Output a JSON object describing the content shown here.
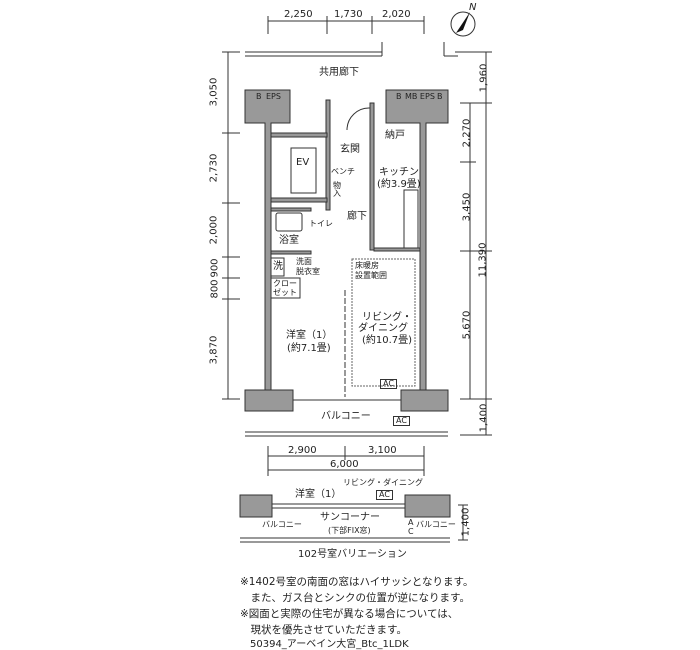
{
  "top_dims": [
    "2,250",
    "1,730",
    "2,020"
  ],
  "compass": "N",
  "left_dims": [
    "3,050",
    "2,730",
    "2,000",
    "900",
    "800",
    "3,870"
  ],
  "right_dims": [
    "1,960",
    "2,270",
    "3,450",
    "5,670",
    "1,400"
  ],
  "right_total": "11,390",
  "bottom_dims": [
    "2,900",
    "3,100"
  ],
  "bottom_total": "6,000",
  "rooms": {
    "corridor": "共用廊下",
    "eps": "EPS",
    "b": "B",
    "mbeps": "MB EPS",
    "ev": "EV",
    "genkan": "玄関",
    "nando": "納戸",
    "bench": "ベンチ",
    "storage": "物入",
    "kitchen": "キッチン",
    "kitchen_size": "(約3.9畳)",
    "hallway": "廊下",
    "toilet": "トイレ",
    "bath": "浴室",
    "wash": "洗",
    "washroom_1": "洗面",
    "washroom_2": "脱衣室",
    "closet_1": "クロー",
    "closet_2": "ゼット",
    "floorheat_1": "床暖房",
    "floorheat_2": "設置範囲",
    "western": "洋室（1）",
    "western_size": "(約7.1畳)",
    "living_1": "リビング・",
    "living_2": "ダイニング",
    "living_size": "(約10.7畳)",
    "ac": "AC",
    "balcony": "バルコニー"
  },
  "variation": {
    "western": "洋室（1）",
    "living": "リビング・ダイニング",
    "ac": "AC",
    "sun": "サンコーナー",
    "fix": "(下部FIX窓)",
    "balcony_l": "バルコニー",
    "balcony_r": "バルコニー",
    "ac_v1": "A",
    "ac_v2": "C",
    "dim": "1,400",
    "caption": "102号室バリエーション"
  },
  "notes": [
    "※1402号室の南面の窓はハイサッシとなります。",
    "　また、ガス台とシンクの位置が逆になります。",
    "※図面と実際の住宅が異なる場合については、",
    "　現状を優先させていただきます。"
  ],
  "footer": "50394_アーベイン大宮_Btc_1LDK"
}
